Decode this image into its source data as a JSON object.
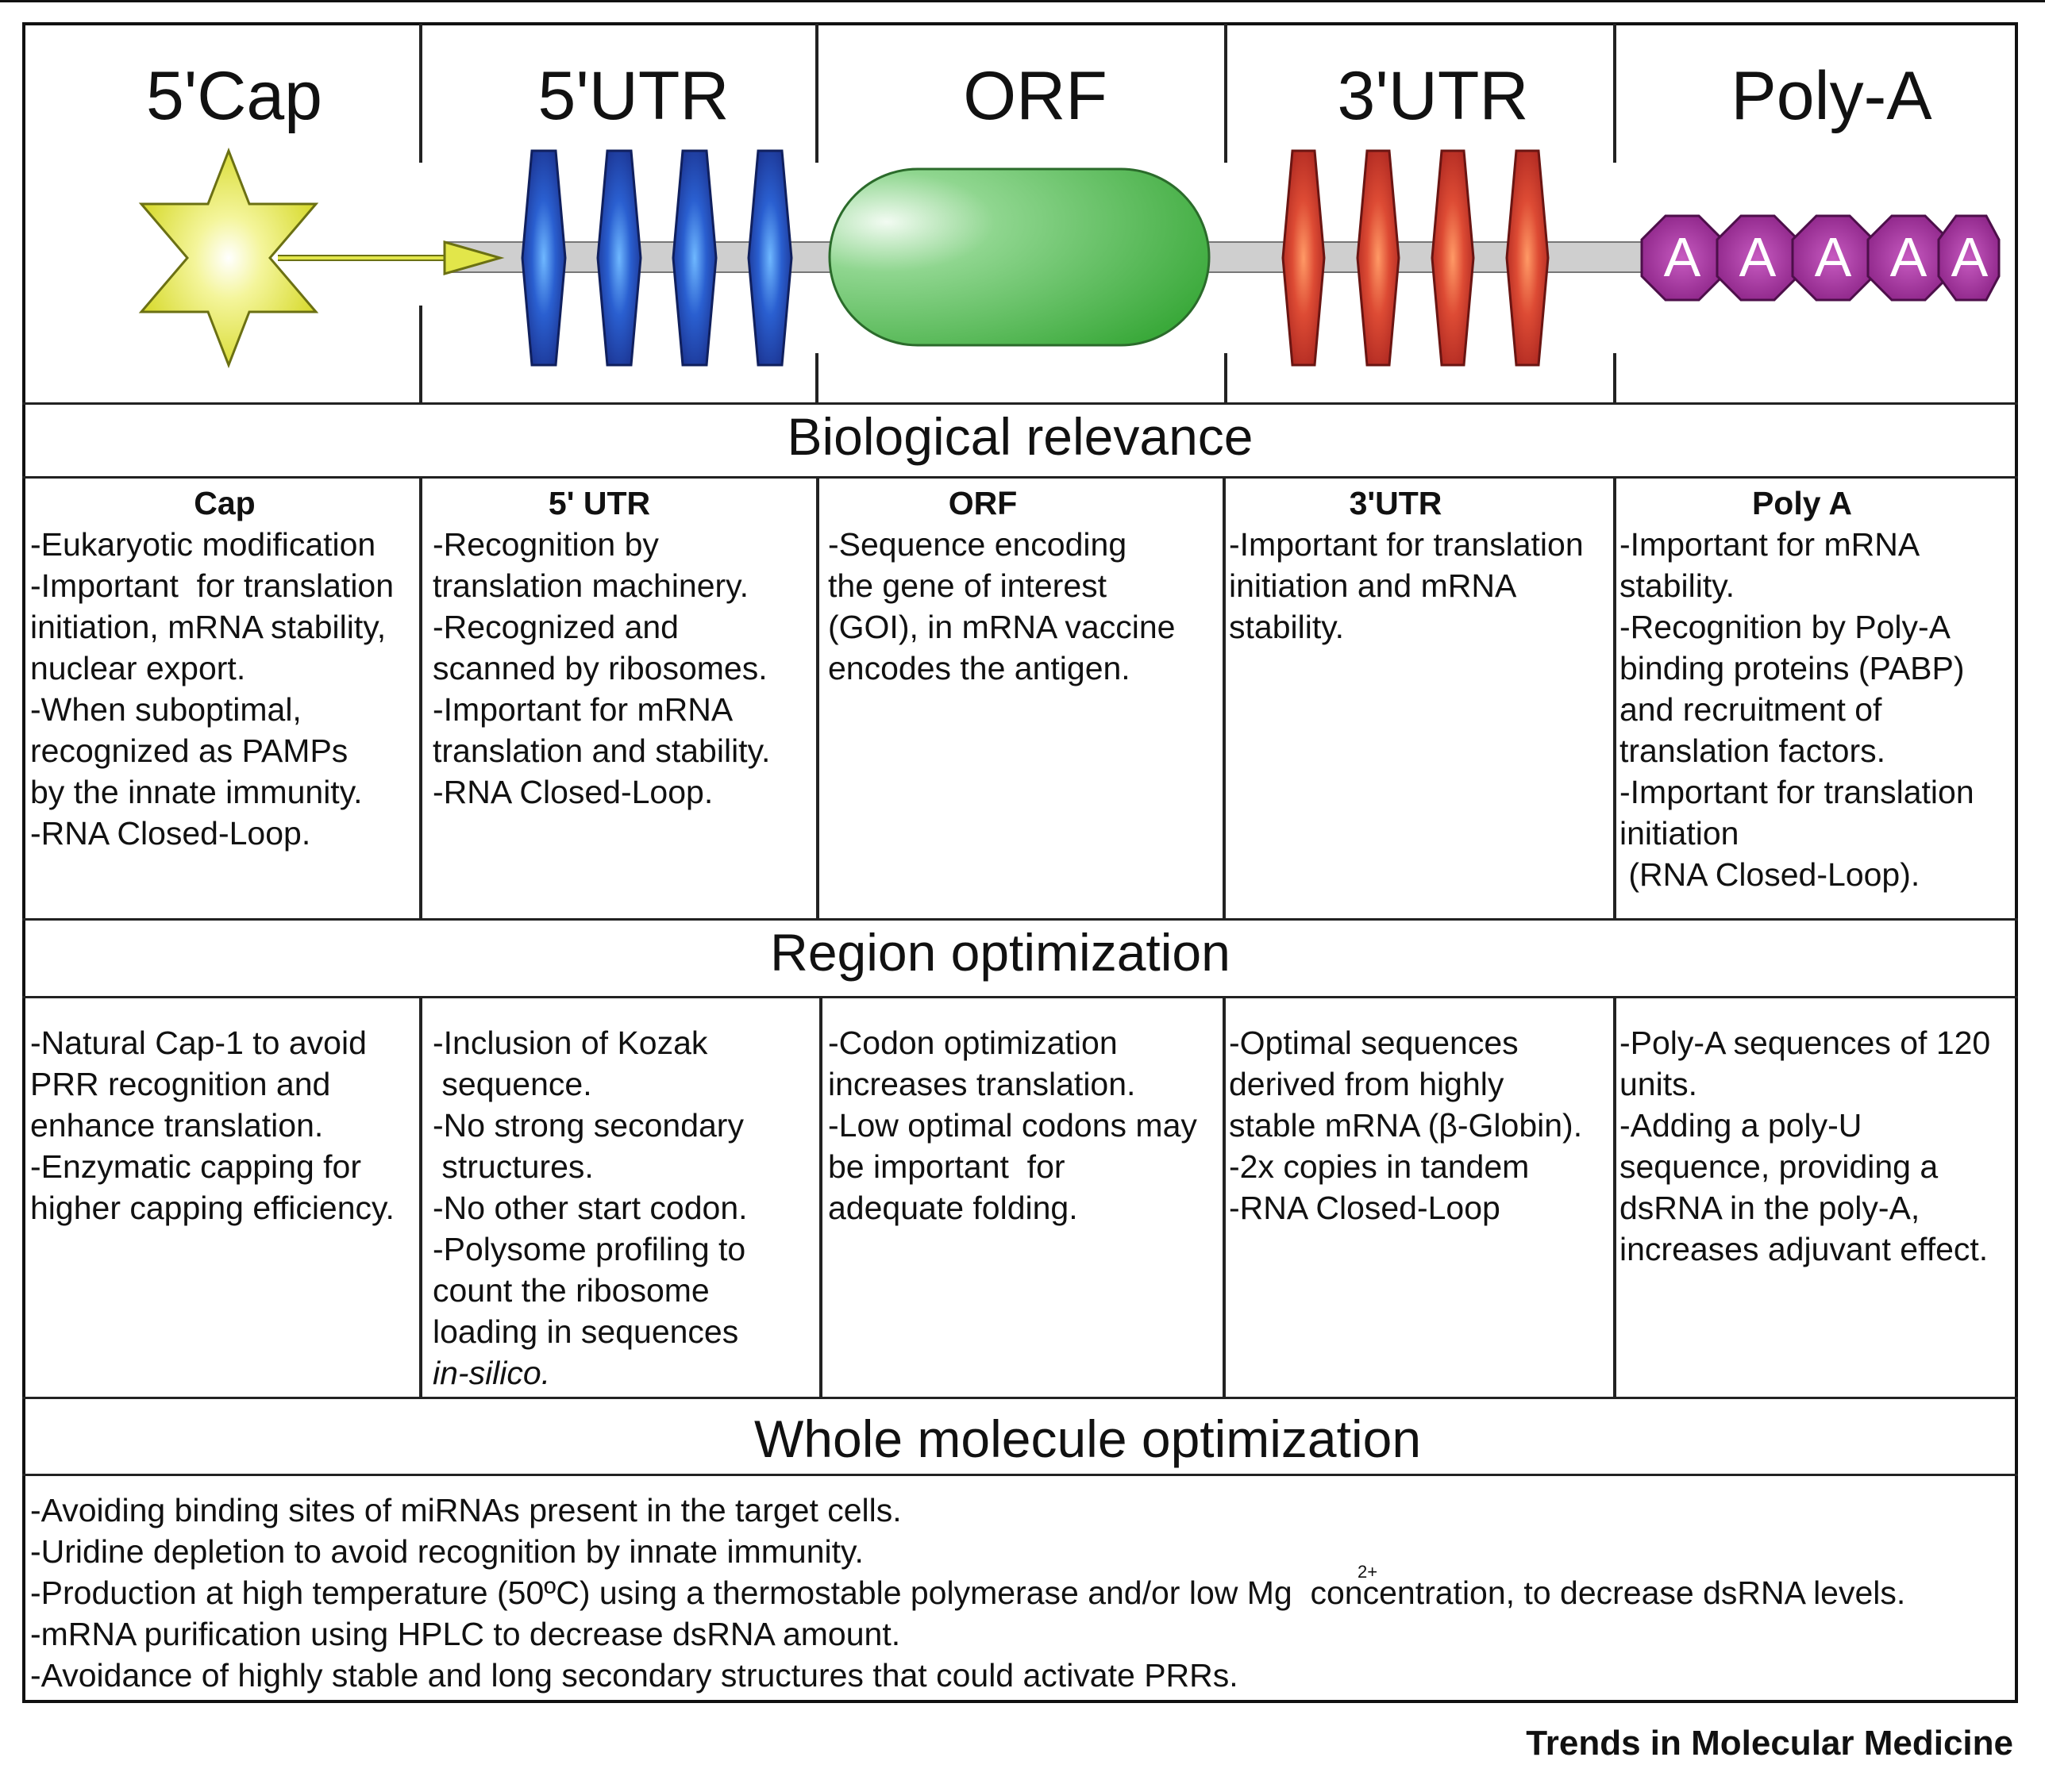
{
  "regions": [
    {
      "title": "5'Cap"
    },
    {
      "title": "5'UTR"
    },
    {
      "title": "ORF"
    },
    {
      "title": "3'UTR"
    },
    {
      "title": "Poly-A"
    }
  ],
  "molecule": {
    "polyA_letters": [
      "A",
      "A",
      "A",
      "A",
      "A"
    ],
    "colors": {
      "cap": "#e9ec5a",
      "utr5": "#1d3fa8",
      "orf": "#4fbf4f",
      "utr3": "#c83a2e",
      "polyA": "#9c2f96",
      "backbone": "#cccccc"
    }
  },
  "sections": {
    "bio_title": "Biological relevance",
    "region_title": "Region optimization",
    "whole_title": "Whole molecule optimization"
  },
  "bio": [
    {
      "title": "Cap",
      "lines": [
        "-Eukaryotic modification",
        "-Important  for translation",
        "initiation, mRNA stability,",
        "nuclear export.",
        "-When suboptimal,",
        "recognized as PAMPs",
        "by the innate immunity.",
        "-RNA Closed-Loop."
      ]
    },
    {
      "title": "5' UTR",
      "lines": [
        "-Recognition by",
        "translation machinery.",
        "-Recognized and",
        "scanned by ribosomes.",
        "-Important for mRNA",
        "translation and stability.",
        "-RNA Closed-Loop."
      ]
    },
    {
      "title": "ORF",
      "lines": [
        "-Sequence encoding",
        "the gene of interest",
        "(GOI), in mRNA vaccine",
        "encodes the antigen."
      ]
    },
    {
      "title": "3'UTR",
      "lines": [
        "-Important for translation",
        "initiation and mRNA",
        "stability."
      ]
    },
    {
      "title": "Poly A",
      "lines": [
        "-Important for mRNA",
        "stability.",
        "-Recognition by Poly-A",
        "binding proteins (PABP)",
        "and recruitment of",
        "translation factors.",
        "-Important for translation",
        "initiation",
        " (RNA Closed-Loop)."
      ]
    }
  ],
  "optimization": [
    {
      "lines": [
        "-Natural Cap-1 to avoid",
        "PRR recognition and",
        "enhance translation.",
        "-Enzymatic capping for",
        "higher capping efficiency."
      ]
    },
    {
      "lines": [
        "-Inclusion of Kozak",
        " sequence.",
        "-No strong secondary",
        " structures.",
        "-No other start codon.",
        "-Polysome profiling to",
        "count the ribosome",
        "loading in sequences"
      ],
      "italic_line": "in-silico."
    },
    {
      "lines": [
        "-Codon optimization",
        "increases translation.",
        "-Low optimal codons may",
        "be important  for",
        "adequate folding."
      ]
    },
    {
      "lines": [
        "-Optimal sequences",
        "derived from highly",
        "stable mRNA (β-Globin).",
        "-2x copies in tandem",
        "-RNA Closed-Loop"
      ]
    },
    {
      "lines": [
        "-Poly-A sequences of 120",
        "units.",
        "-Adding a poly-U",
        "sequence, providing a",
        "dsRNA in the poly-A,",
        "increases adjuvant effect."
      ]
    }
  ],
  "whole": {
    "lines": [
      "-Avoiding binding sites of miRNAs present in the target cells.",
      "-Uridine depletion to avoid recognition by innate immunity.",
      "-Production at high temperature (50ºC) using a thermostable polymerase and/or low Mg  concentration, to decrease dsRNA levels.",
      "-mRNA purification using HPLC to decrease dsRNA amount.",
      "-Avoidance of highly stable and long secondary structures that could activate PRRs."
    ],
    "mg_superscript": "2+"
  },
  "footer": "Trends in Molecular Medicine"
}
